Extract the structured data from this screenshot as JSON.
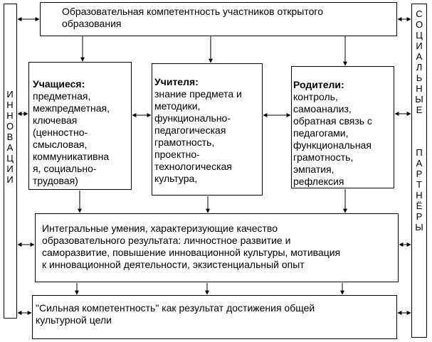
{
  "top_box": {
    "text": "Образовательная компетентность участников открытого\nобразования"
  },
  "students": {
    "title": "Учащиеся:",
    "text": "предметная,\nмежпредметная,\nключевая\n(ценностно-\nсмысловая,\nкоммуникативна\nя, социально-\nтрудовая)"
  },
  "teachers": {
    "title": "Учителя:",
    "text": "знание предмета и\nметодики,\nфункционально-\nпедагогическая\nграмотность,\nпроектно-\nтехнологическая\nкультура,"
  },
  "parents": {
    "title": "Родители:",
    "text": "контроль,\nсамоанализ,\nобратная связь с\nпедагогами,\nфункциональная\nграмотность,\nэмпатия,\nрефлексия"
  },
  "integral_box": {
    "text": "Интегральные умения, характеризующие качество\nобразовательного результата: личностное развитие и\nсаморазвитие, повышение инновационной культуры, мотивация\nк инновационной деятельности, экзистенциальный опыт"
  },
  "strong_box": {
    "text": "\"Сильная компетентность\" как результат достижения общей\nкультурной цели"
  },
  "left_bar": {
    "letters": [
      "И",
      "Н",
      "Н",
      "О",
      "В",
      "А",
      "Ц",
      "И",
      "И"
    ]
  },
  "right_bar": {
    "letters_top": [
      "С",
      "О",
      "Ц",
      "И",
      "А",
      "Л",
      "Ь",
      "Н",
      "Ы",
      "Е"
    ],
    "letters_bottom": [
      "П",
      "А",
      "Р",
      "Т",
      "Н",
      "Ё",
      "Р",
      "Ы"
    ]
  }
}
